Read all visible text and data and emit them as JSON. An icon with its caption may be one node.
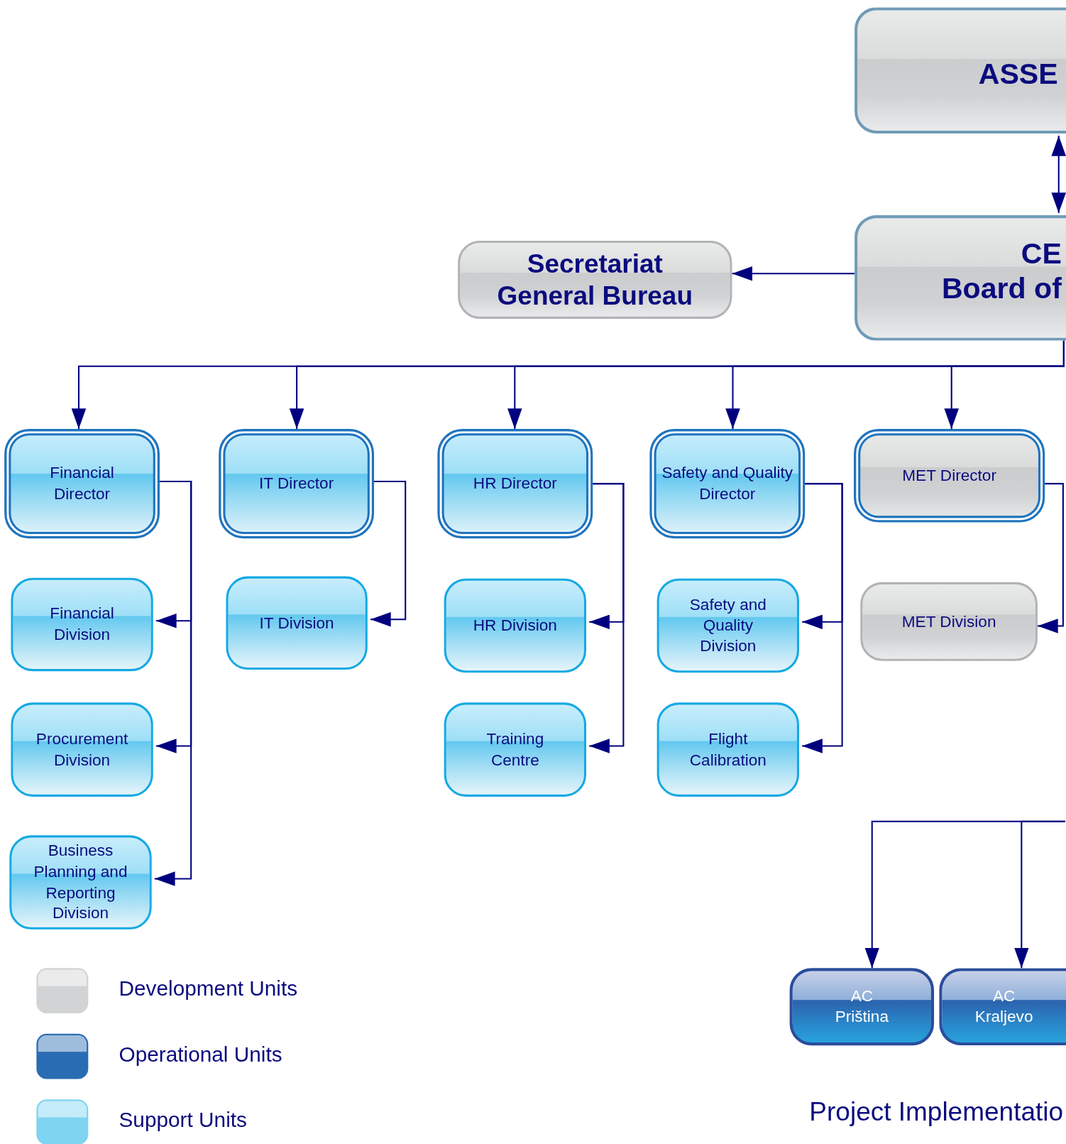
{
  "diagram": {
    "nodes": [
      {
        "text": [
          "ASSE"
        ]
      },
      {
        "text": [
          "CE",
          "Board of"
        ]
      },
      {
        "text": [
          "Secretariat General Bureau"
        ]
      },
      {
        "text": [
          "Financial Director"
        ]
      },
      {
        "text": [
          "IT Director"
        ]
      },
      {
        "text": [
          "HR Director"
        ]
      },
      {
        "text": [
          "Safety and Quality Director"
        ]
      },
      {
        "text": [
          "MET Director"
        ]
      },
      {
        "text": [
          "Financial Division"
        ]
      },
      {
        "text": [
          "Procurement Division"
        ]
      },
      {
        "text": [
          "Business Planning and Reporting Division"
        ]
      },
      {
        "text": [
          "IT Division"
        ]
      },
      {
        "text": [
          "HR Division"
        ]
      },
      {
        "text": [
          "Training Centre"
        ]
      },
      {
        "text": [
          "Safety and Quality Division"
        ]
      },
      {
        "text": [
          "Flight Calibration"
        ]
      },
      {
        "text": [
          "MET Division"
        ]
      },
      {
        "text": [
          "AC Priština"
        ]
      },
      {
        "text": [
          "AC Kraljevo"
        ]
      }
    ],
    "edges": [
      {
        "from": 0,
        "to": 1,
        "arrow": "both"
      },
      {
        "from": 1,
        "to": 2,
        "arrow": "to"
      },
      {
        "from": 1,
        "to": 3,
        "arrow": "to"
      },
      {
        "from": 1,
        "to": 4,
        "arrow": "to"
      },
      {
        "from": 1,
        "to": 5,
        "arrow": "to"
      },
      {
        "from": 1,
        "to": 6,
        "arrow": "to"
      },
      {
        "from": 1,
        "to": 7,
        "arrow": "to"
      },
      {
        "from": 3,
        "to": 8,
        "arrow": "to"
      },
      {
        "from": 3,
        "to": 9,
        "arrow": "to"
      },
      {
        "from": 3,
        "to": 10,
        "arrow": "to"
      },
      {
        "from": 4,
        "to": 11,
        "arrow": "to"
      },
      {
        "from": 5,
        "to": 12,
        "arrow": "to"
      },
      {
        "from": 5,
        "to": 13,
        "arrow": "to"
      },
      {
        "from": 6,
        "to": 14,
        "arrow": "to"
      },
      {
        "from": 6,
        "to": 15,
        "arrow": "to"
      },
      {
        "from": 7,
        "to": 16,
        "arrow": "to"
      },
      {
        "from": null,
        "to": 17,
        "arrow": "to"
      },
      {
        "from": null,
        "to": 18,
        "arrow": "to"
      }
    ],
    "labels": [
      "Project Implementatio"
    ],
    "legend": [
      {
        "text": "Development Units",
        "color": "#d2d3d5"
      },
      {
        "text": "Operational Units",
        "color": "#2a6cb3"
      },
      {
        "text": "Support Units",
        "color": "#7fd4f2"
      }
    ]
  }
}
